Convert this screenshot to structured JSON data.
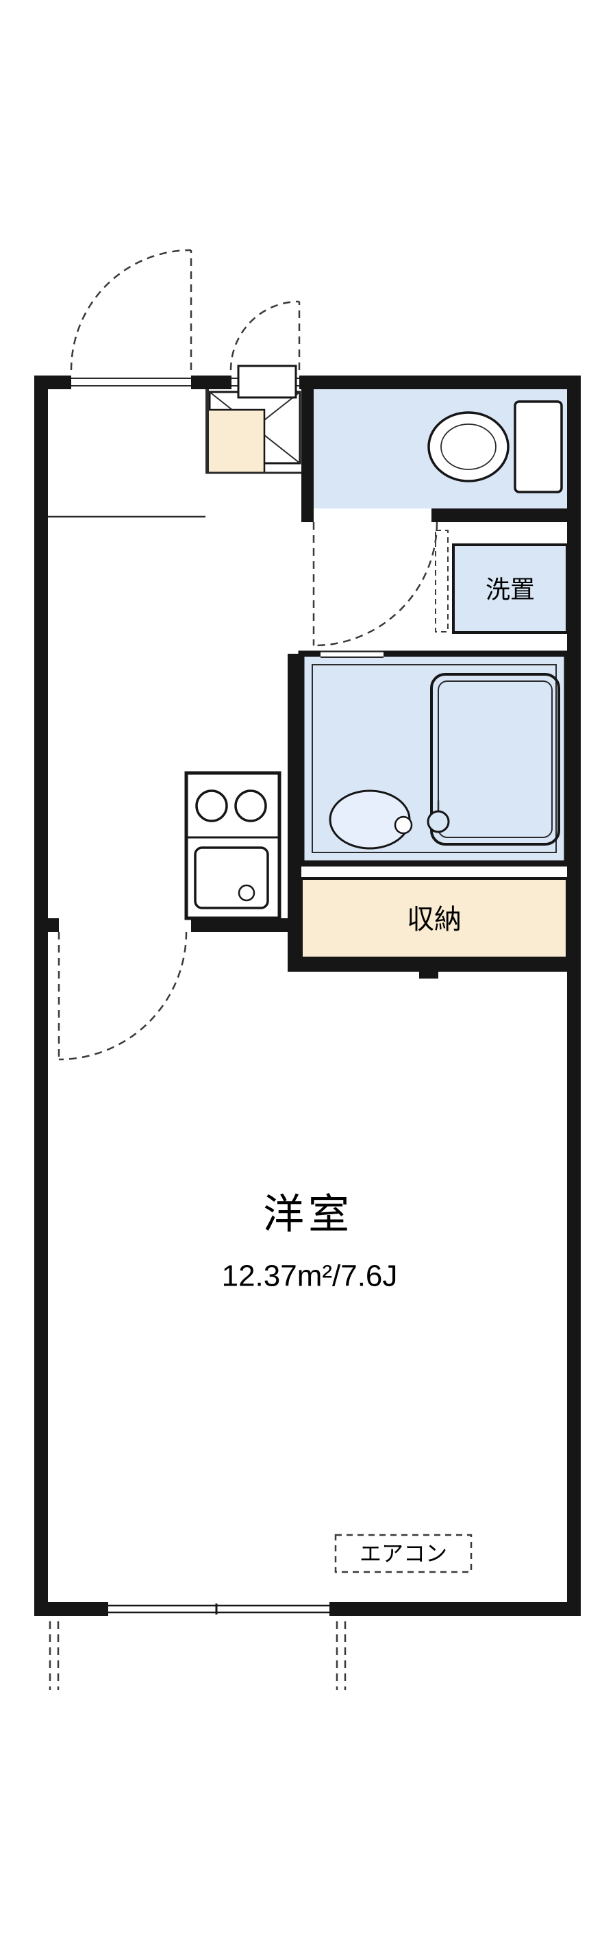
{
  "labels": {
    "main_room": "洋室",
    "main_room_area": "12.37m²/7.6J",
    "storage": "収納",
    "laundry": "洗置",
    "aircon": "エアコン"
  },
  "colors": {
    "wall": "#161616",
    "water_room_fill": "#d9e6f6",
    "storage_fill": "#f9ecd2",
    "background": "#ffffff"
  }
}
